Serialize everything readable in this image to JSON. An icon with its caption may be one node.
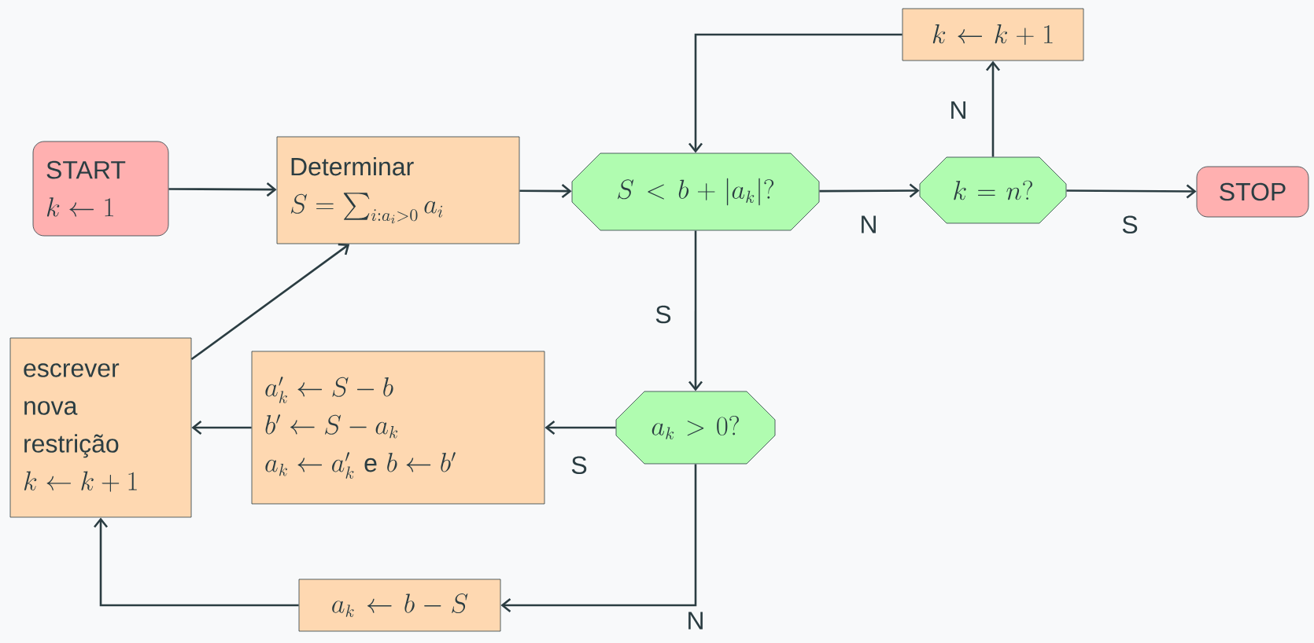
{
  "diagram": {
    "nodes": [
      {
        "text": [
          "START",
          "k \\leftarrow 1"
        ]
      },
      {
        "text": [
          "Determinar",
          "S = \\sum_{i:a_i>0} a_i"
        ]
      },
      {
        "text": [
          "S < b + |a_k|?"
        ]
      },
      {
        "text": [
          "k = n?"
        ]
      },
      {
        "text": [
          "STOP"
        ]
      },
      {
        "text": [
          "k \\leftarrow k+1"
        ]
      },
      {
        "text": [
          "a_k > 0?"
        ]
      },
      {
        "text": [
          "a'_k \\leftarrow S - b",
          "b' \\leftarrow S - a_k",
          "a_k \\leftarrow a'_k \\text{ e } b \\leftarrow b'"
        ]
      },
      {
        "text": [
          "escrever nova restrição",
          "k \\leftarrow k+1"
        ]
      },
      {
        "text": [
          "a_k \\leftarrow b - S"
        ]
      }
    ],
    "edges": [
      {
        "from": 0,
        "to": 1,
        "arrow": "to"
      },
      {
        "from": 1,
        "to": 2,
        "arrow": "to"
      },
      {
        "from": 2,
        "to": 3,
        "arrow": "to",
        "label": "N"
      },
      {
        "from": 3,
        "to": 4,
        "arrow": "to",
        "label": "S"
      },
      {
        "from": 3,
        "to": 5,
        "arrow": "to",
        "label": "N"
      },
      {
        "from": 5,
        "to": 2,
        "arrow": "to"
      },
      {
        "from": 2,
        "to": 6,
        "arrow": "to",
        "label": "S"
      },
      {
        "from": 6,
        "to": 7,
        "arrow": "to",
        "label": "S"
      },
      {
        "from": 7,
        "to": 8,
        "arrow": "to"
      },
      {
        "from": 6,
        "to": 9,
        "arrow": "to",
        "label": "N"
      },
      {
        "from": 9,
        "to": 8,
        "arrow": "to"
      },
      {
        "from": 8,
        "to": 1,
        "arrow": "to"
      }
    ]
  }
}
